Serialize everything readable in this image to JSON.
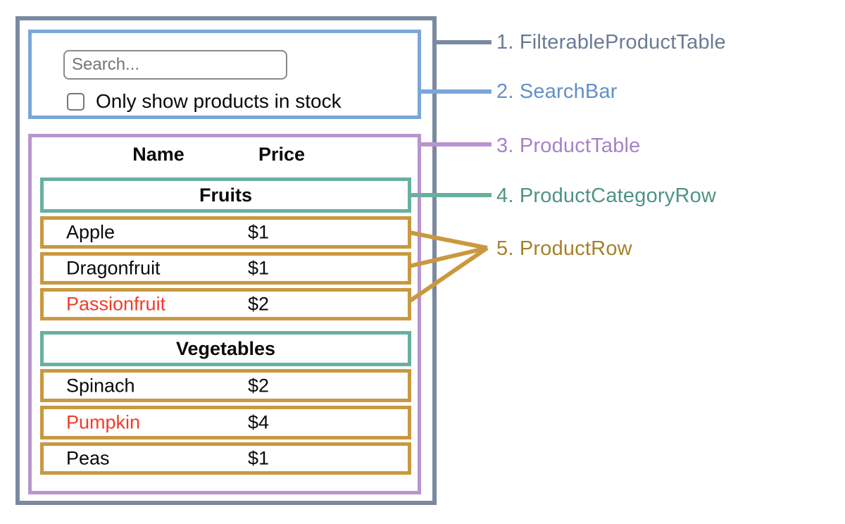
{
  "legend": {
    "items": [
      {
        "label": "1. FilterableProductTable",
        "color": "#6b7a94"
      },
      {
        "label": "2. SearchBar",
        "color": "#6390c7"
      },
      {
        "label": "3. ProductTable",
        "color": "#a483c6"
      },
      {
        "label": "4. ProductCategoryRow",
        "color": "#4e9383"
      },
      {
        "label": "5. ProductRow",
        "color": "#a5822a"
      }
    ]
  },
  "search_bar": {
    "placeholder": "Search...",
    "checkbox_label": "Only show products in stock",
    "checkbox_checked": false
  },
  "table": {
    "header": {
      "name": "Name",
      "price": "Price"
    },
    "sections": [
      {
        "category": "Fruits",
        "rows": [
          {
            "name": "Apple",
            "price": "$1",
            "name_color": "#0a0a0a"
          },
          {
            "name": "Dragonfruit",
            "price": "$1",
            "name_color": "#0a0a0a"
          },
          {
            "name": "Passionfruit",
            "price": "$2",
            "name_color": "#f23b2a"
          }
        ]
      },
      {
        "category": "Vegetables",
        "rows": [
          {
            "name": "Spinach",
            "price": "$2",
            "name_color": "#0a0a0a"
          },
          {
            "name": "Pumpkin",
            "price": "$4",
            "name_color": "#f23b2a"
          },
          {
            "name": "Peas",
            "price": "$1",
            "name_color": "#0a0a0a"
          }
        ]
      }
    ]
  },
  "colors": {
    "outline_gray": "#7b89a0",
    "outline_blue": "#7aa6da",
    "outline_purple": "#b994cf",
    "outline_teal": "#68b0a0",
    "outline_gold": "#c9993f",
    "out_of_stock_red": "#f23b2a"
  }
}
